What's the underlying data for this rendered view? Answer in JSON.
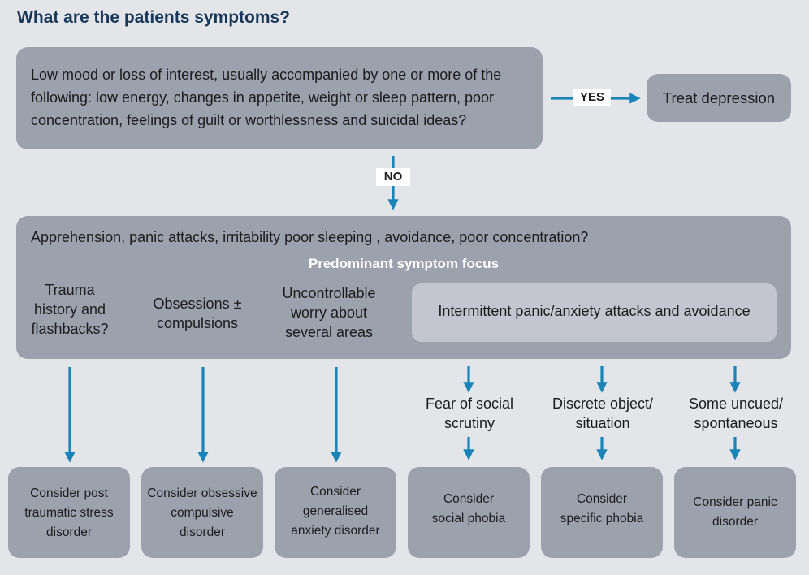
{
  "title": "What are the patients symptoms?",
  "q1": {
    "lines": [
      "Low mood or loss of interest, usually accompanied by one or more of the",
      "following: low energy, changes in appetite, weight or sleep pattern, poor",
      "concentration, feelings of guilt or worthlessness and suicidal ideas?"
    ]
  },
  "yes_label": "YES",
  "no_label": "NO",
  "treat": "Treat depression",
  "q2": {
    "question": "Apprehension, panic attacks, irritability poor sleeping , avoidance, poor concentration?",
    "focus": "Predominant symptom focus",
    "trauma": [
      "Trauma",
      "history and",
      "flashbacks?"
    ],
    "obsessions": [
      "Obsessions ±",
      "compulsions"
    ],
    "worry": [
      "Uncontrollable",
      "worry about",
      "several areas"
    ],
    "intermittent": "Intermittent panic/anxiety attacks and avoidance"
  },
  "sub": {
    "social": [
      "Fear of social",
      "scrutiny"
    ],
    "object": [
      "Discrete object/",
      "situation"
    ],
    "uncued": [
      "Some uncued/",
      "spontaneous"
    ]
  },
  "outcomes": [
    [
      "Consider post",
      "traumatic stress",
      "disorder"
    ],
    [
      "Consider obsessive",
      "compulsive",
      "disorder"
    ],
    [
      "Consider",
      "generalised",
      "anxiety disorder"
    ],
    [
      "Consider",
      "social phobia"
    ],
    [
      "Consider",
      "specific phobia"
    ],
    [
      "Consider panic",
      "disorder"
    ]
  ],
  "colors": {
    "arrow": "#1a84b8",
    "box": "#9da1ae",
    "inner": "#c3c6cf",
    "title": "#17385a"
  }
}
